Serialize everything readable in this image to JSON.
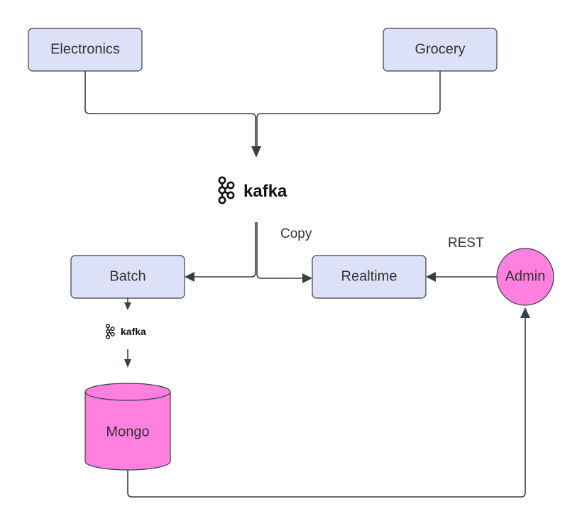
{
  "colors": {
    "box_fill": "#dde1f8",
    "box_stroke": "#3a3f47",
    "pink_fill": "#ff80df",
    "edge": "#3a3f47",
    "text": "#333333"
  },
  "nodes": {
    "electronics": "Electronics",
    "grocery": "Grocery",
    "batch": "Batch",
    "realtime": "Realtime",
    "admin": "Admin",
    "mongo": "Mongo"
  },
  "kafka": {
    "main_label": "kafka",
    "small_label": "kafka",
    "icon": "kafka-logo-icon"
  },
  "edge_labels": {
    "copy": "Copy",
    "rest": "REST"
  }
}
